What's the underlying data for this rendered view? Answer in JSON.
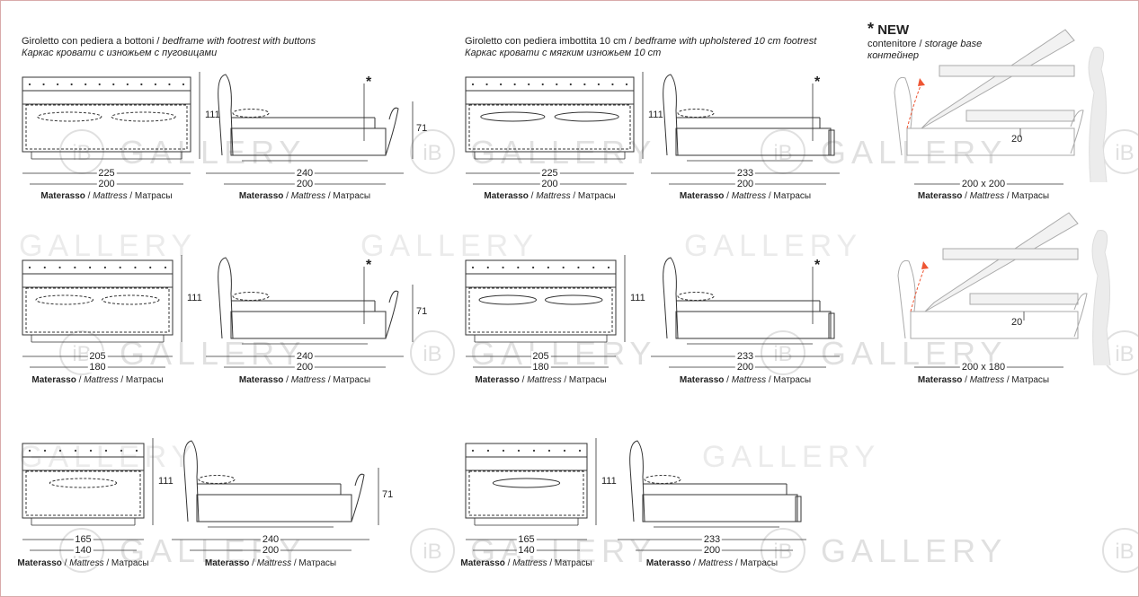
{
  "headers": {
    "buttons": {
      "it": "Giroletto con pediera a bottoni",
      "sep": " / ",
      "en": "bedframe with footrest with buttons",
      "ru": "Каркас кровати с изножьем с пуговицами"
    },
    "upholstered": {
      "it": "Giroletto con pediera imbottita 10 cm",
      "sep": " / ",
      "en": "bedframe with upholstered 10 cm footrest",
      "ru": "Каркас кровати с мягким изножьем 10 cm"
    },
    "new": {
      "star": "*",
      "label": "NEW",
      "it": "contenitore",
      "sep": " / ",
      "en": "storage base",
      "ru": "контейнер"
    }
  },
  "caption": {
    "it": "Materasso",
    "sep": " / ",
    "en": "Mattress",
    "ru": " / Матрасы"
  },
  "star": "*",
  "heights": {
    "headboard": "111",
    "footrest": "71",
    "storage": "20"
  },
  "rows": [
    {
      "buttons": {
        "width": "225",
        "mattress_w": "200",
        "length": "240",
        "mattress_l": "200"
      },
      "upholstered": {
        "width": "225",
        "mattress_w": "200",
        "length": "233",
        "mattress_l": "200"
      },
      "storage": {
        "size": "200 x 200"
      }
    },
    {
      "buttons": {
        "width": "205",
        "mattress_w": "180",
        "length": "240",
        "mattress_l": "200"
      },
      "upholstered": {
        "width": "205",
        "mattress_w": "180",
        "length": "233",
        "mattress_l": "200"
      },
      "storage": {
        "size": "200 x 180"
      }
    },
    {
      "buttons": {
        "width": "165",
        "mattress_w": "140",
        "length": "240",
        "mattress_l": "200"
      },
      "upholstered": {
        "width": "165",
        "mattress_w": "140",
        "length": "233",
        "mattress_l": "200"
      }
    }
  ],
  "watermark": {
    "logo": "iB",
    "text": "GALLERY"
  }
}
